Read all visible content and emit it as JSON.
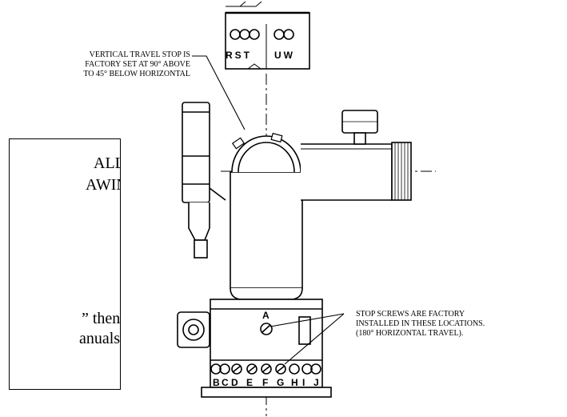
{
  "notes": {
    "vertical_stop": [
      "VERTICAL TRAVEL STOP IS",
      "FACTORY SET AT 90° ABOVE",
      "TO 45° BELOW HORIZONTAL"
    ],
    "stop_screws": [
      "STOP SCREWS ARE FACTORY",
      "INSTALLED IN THESE LOCATIONS.",
      "(180° HORIZONTAL TRAVEL)."
    ]
  },
  "overlay_box": {
    "line1": "ALL",
    "line2": "AWING",
    "line3": "” then",
    "line4": "anuals”"
  },
  "top_labels": {
    "left": "RST",
    "right": "UW"
  },
  "screw_labels": {
    "top": "A",
    "bottom": [
      "B",
      "C",
      "D",
      "E",
      "F",
      "G",
      "H",
      "I",
      "J"
    ]
  }
}
